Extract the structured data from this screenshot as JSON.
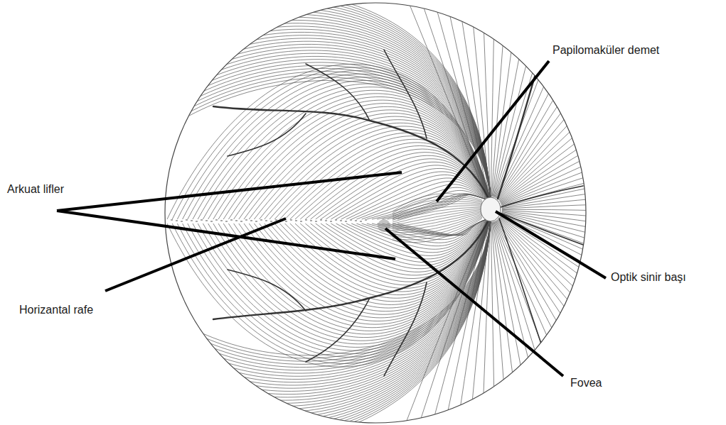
{
  "diagram": {
    "labels": [
      "Papilomaküler demet",
      "Arkuat lifler",
      "Horizantal rafe",
      "Optik sinir başı",
      "Fovea"
    ]
  }
}
